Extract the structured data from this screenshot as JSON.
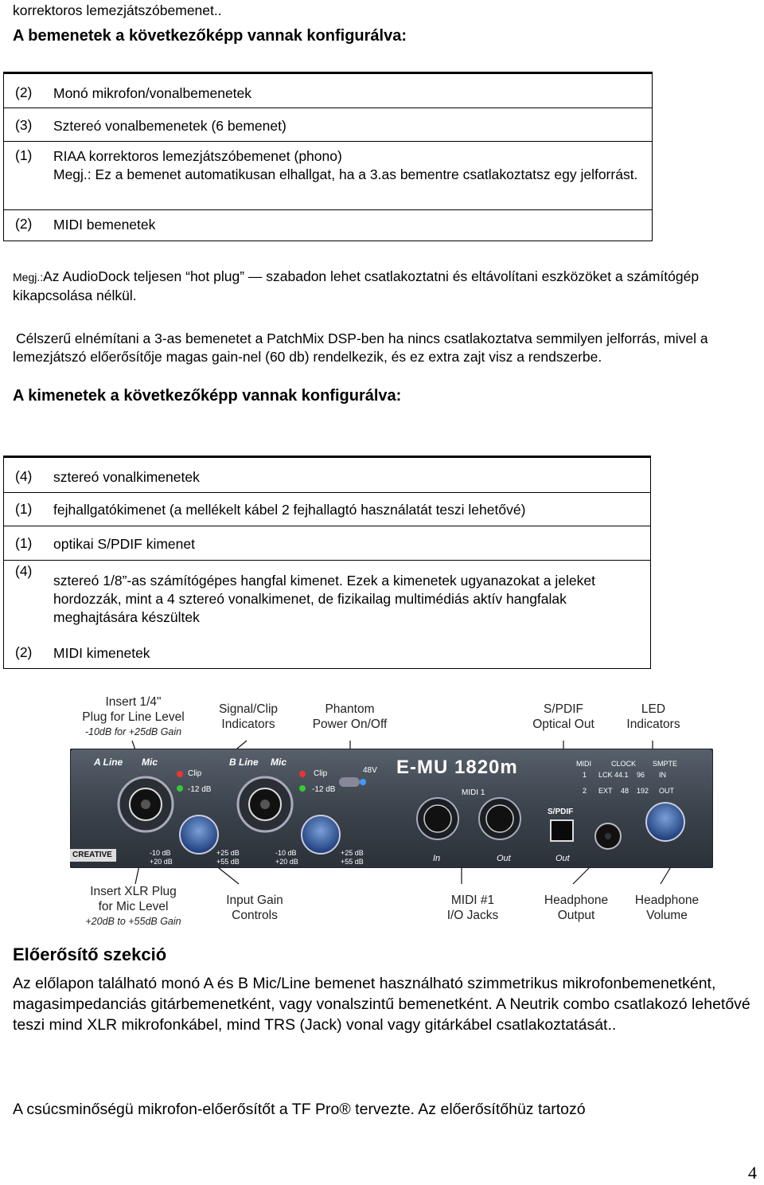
{
  "intro_line": "korrektoros lemezjátszóbemenet..",
  "inputs_heading": "A bemenetek a következőképp vannak konfigurálva:",
  "inputs_table": [
    {
      "count": "(2)",
      "text": "Monó mikrofon/vonalbemenetek"
    },
    {
      "count": "(3)",
      "text": "Sztereó vonalbemenetek (6 bemenet)"
    },
    {
      "count": "(1)",
      "text": "RIAA korrektoros lemezjátszóbemenet (phono)",
      "note": "Megj.: Ez a bemenet automatikusan elhallgat, ha a 3.as bementre csatlakoztatsz egy jelforrást."
    },
    {
      "count": "(2)",
      "text": "MIDI bemenetek"
    }
  ],
  "note1": {
    "prefix": "Megj.:",
    "text": "Az AudioDock teljesen “hot plug” — szabadon lehet csatlakoztatni és eltávolítani eszközöket a számítógép kikapcsolása nélkül."
  },
  "note2": "Célszerű elnémítani a 3-as bemenetet a PatchMix DSP-ben ha nincs csatlakoztatva semmilyen jelforrás, mivel a lemezjátszó előerősítője magas gain-nel (60 db) rendelkezik, és ez extra zajt visz a rendszerbe.",
  "outputs_heading": "A kimenetek a következőképp vannak konfigurálva:",
  "outputs_table": [
    {
      "count": "(4)",
      "text": "sztereó vonalkimenetek"
    },
    {
      "count": "(1)",
      "text": "fejhallgatókimenet (a mellékelt kábel 2 fejhallagtó használatát teszi lehetővé)"
    },
    {
      "count": "(1)",
      "text": "optikai S/PDIF kimenet"
    },
    {
      "count": "(4)",
      "text": "sztereó 1/8”-as számítógépes hangfal kimenet. Ezek a kimenetek ugyanazokat a jeleket hordozzák, mint a 4 sztereó vonalkimenet, de fizikailag multimédiás aktív hangfalak meghajtására készültek"
    },
    {
      "count": "(2)",
      "text": "MIDI kimenetek"
    }
  ],
  "figure": {
    "top_labels": [
      {
        "l1": "Insert 1/4\"",
        "l2": "Plug for Line Level",
        "s": "-10dB for +25dB Gain"
      },
      {
        "l1": "Signal/Clip",
        "l2": "Indicators"
      },
      {
        "l1": "Phantom",
        "l2": "Power On/Off"
      },
      {
        "l1": "S/PDIF",
        "l2": "Optical Out"
      },
      {
        "l1": "LED",
        "l2": "Indicators"
      }
    ],
    "bottom_labels": [
      {
        "l1": "Insert XLR Plug",
        "l2": "for Mic Level",
        "s": "+20dB to +55dB Gain"
      },
      {
        "l1": "Input Gain",
        "l2": "Controls"
      },
      {
        "l1": "MIDI #1",
        "l2": "I/O Jacks"
      },
      {
        "l1": "Headphone",
        "l2": "Output"
      },
      {
        "l1": "Headphone",
        "l2": "Volume"
      }
    ],
    "device": {
      "a_label": "A Line",
      "a_mic": "Mic",
      "b_label": "B Line",
      "b_mic": "Mic",
      "clip": "Clip",
      "minus12": "-12 dB",
      "v48": "48V",
      "brand": "E-MU 1820m",
      "midi1": "MIDI 1",
      "in": "In",
      "out": "Out",
      "spdif": "S/PDIF",
      "spdif_out": "Out",
      "midi": "MIDI",
      "clock": "CLOCK",
      "smpte": "SMPTE",
      "c1": "1",
      "lck": "LCK 44.1",
      "c96": "96",
      "cin": "IN",
      "c2": "2",
      "ext": "EXT",
      "c48": "48",
      "c192": "192",
      "cout": "OUT",
      "creative": "CREATIVE",
      "g1": "-10 dB",
      "g2": "+20 dB",
      "g3": "+25 dB",
      "g4": "+55 dB"
    }
  },
  "section_heading": "Előerősítő szekció",
  "section_para": "Az előlapon található monó A és B Mic/Line bemenet használható szimmetrikus mikrofonbemenetként, magasimpedanciás gitárbemenetként, vagy vonalszintű bemenetként. A Neutrik combo csatlakozó lehetővé teszi mind XLR mikrofonkábel, mind TRS (Jack) vonal vagy gitárkábel csatlakoztatását..",
  "last_para": "A csúcsminőségü mikrofon-előerősítőt a TF Pro® tervezte. Az előerősítőhüz tartozó",
  "page_number": "4"
}
